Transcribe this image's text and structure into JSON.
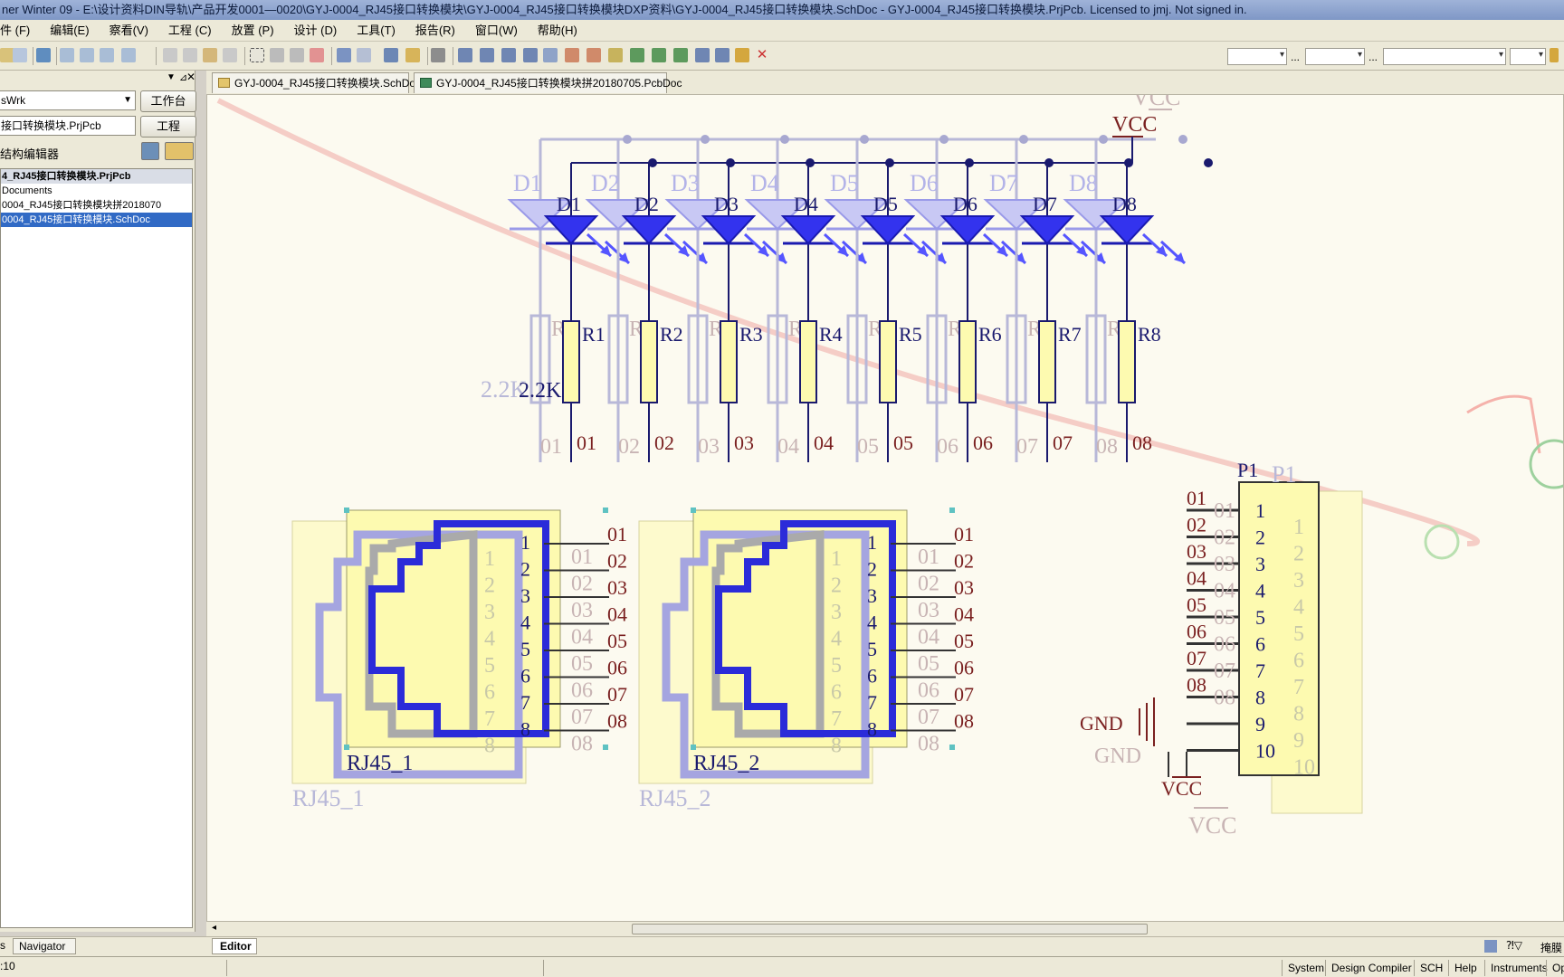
{
  "window": {
    "title": "ner Winter 09 - E:\\设计资料DIN导轨\\产品开发0001—0020\\GYJ-0004_RJ45接口转换模块\\GYJ-0004_RJ45接口转换模块DXP资料\\GYJ-0004_RJ45接口转换模块.SchDoc - GYJ-0004_RJ45接口转换模块.PrjPcb. Licensed to jmj. Not signed in."
  },
  "menu": [
    "件 (F)",
    "编辑(E)",
    "察看(V)",
    "工程 (C)",
    "放置 (P)",
    "设计 (D)",
    "工具(T)",
    "报告(R)",
    "窗口(W)",
    "帮助(H)"
  ],
  "toolbar": {
    "combo_sep": "..."
  },
  "panel": {
    "workspace_value": "sWrk",
    "workspace_button": "工作台",
    "project_value": "接口转换模块.PrjPcb",
    "project_button": "工程",
    "structure_label": "结构编辑器",
    "tree": [
      {
        "label": "4_RJ45接口转换模块.PrjPcb",
        "style": "project"
      },
      {
        "label": "Documents",
        "style": "folder"
      },
      {
        "label": "0004_RJ45接口转换模块拼2018070",
        "style": "doc"
      },
      {
        "label": "0004_RJ45接口转换模块.SchDoc",
        "style": "selected"
      }
    ]
  },
  "tabs": [
    {
      "label": "GYJ-0004_RJ45接口转换模块.SchDoc",
      "icon": "schematic-doc-icon"
    },
    {
      "label": "GYJ-0004_RJ45接口转换模块拼20180705.PcbDoc",
      "icon": "pcb-doc-icon"
    }
  ],
  "schematic": {
    "vcc_label": "VCC",
    "gnd_label": "GND",
    "leds": [
      "D1",
      "D2",
      "D3",
      "D4",
      "D5",
      "D6",
      "D7",
      "D8"
    ],
    "resistors": [
      "R1",
      "R2",
      "R3",
      "R4",
      "R5",
      "R6",
      "R7",
      "R8"
    ],
    "resistor_value": "2.2K",
    "nets": [
      "01",
      "02",
      "03",
      "04",
      "05",
      "06",
      "07",
      "08"
    ],
    "pins": [
      "1",
      "2",
      "3",
      "4",
      "5",
      "6",
      "7",
      "8"
    ],
    "header_pins": [
      "1",
      "2",
      "3",
      "4",
      "5",
      "6",
      "7",
      "8",
      "9",
      "10"
    ],
    "rj45_1": "RJ45_1",
    "rj45_2": "RJ45_2",
    "header": "P1"
  },
  "bottom": {
    "left_tab_fragment": "s",
    "navigator_tab": "Navigator",
    "editor_tab": "Editor",
    "right_label": "掩膜"
  },
  "status": {
    "coord_fragment": ":10",
    "buttons": [
      "System",
      "Design Compiler",
      "SCH",
      "Help",
      "Instruments",
      "Op"
    ]
  },
  "colors": {
    "wire": "#1a1a6e",
    "highlight": "#2222ff",
    "label": "#7a2020",
    "fade": "#c8b4b4",
    "component_fill": "#fdfab0"
  }
}
